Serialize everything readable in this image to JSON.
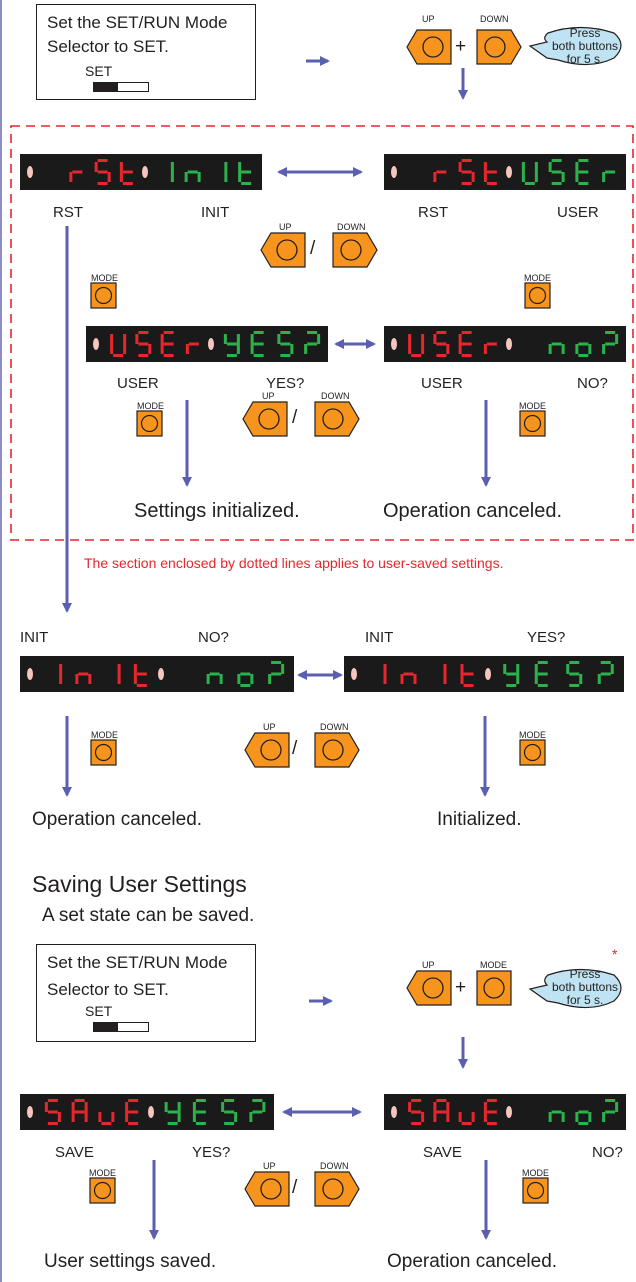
{
  "instruction_1": {
    "line1": "Set the SET/RUN Mode",
    "line2": "Selector to SET.",
    "switch_label": "SET"
  },
  "instruction_2": {
    "line1": "Set the SET/RUN Mode",
    "line2": "Selector to SET.",
    "switch_label": "SET"
  },
  "press_1": {
    "line1": "Press",
    "line2": "both buttons",
    "line3": "for 5 s.",
    "btn_a": "UP",
    "btn_b": "DOWN"
  },
  "press_2": {
    "line1": "Press",
    "line2": "both buttons",
    "line3": "for 5 s.",
    "btn_a": "UP",
    "btn_b": "MODE",
    "note_mark": "*"
  },
  "buttons": {
    "up": "UP",
    "down": "DOWN",
    "mode": "MODE",
    "plus": "+",
    "slash": "/"
  },
  "displays": {
    "rst_init": {
      "left": "RST",
      "right": "INIT"
    },
    "rst_user": {
      "left": "RST",
      "right": "USER"
    },
    "user_yes": {
      "left": "USER",
      "right": "YES?"
    },
    "user_no": {
      "left": "USER",
      "right": "NO?"
    },
    "init_no": {
      "left": "INIT",
      "right": "NO?"
    },
    "init_yes": {
      "left": "INIT",
      "right": "YES?"
    },
    "save_yes": {
      "left": "SAVE",
      "right": "YES?"
    },
    "save_no": {
      "left": "SAVE",
      "right": "NO?"
    }
  },
  "results": {
    "settings_initialized": "Settings initialized.",
    "operation_canceled_1": "Operation canceled.",
    "operation_canceled_2": "Operation canceled.",
    "initialized": "Initialized.",
    "user_settings_saved": "User settings saved.",
    "operation_canceled_3": "Operation canceled."
  },
  "dotted_note": "The section enclosed by dotted lines applies to user-saved settings.",
  "section_heading": "Saving User Settings",
  "section_subtext": "A set state can be saved.",
  "colors": {
    "arrow": "#5b5fb0",
    "button": "#f7941d",
    "dashed": "#e8262d",
    "seg_red": "#e8262d",
    "seg_green": "#2bb24c",
    "display_bg": "#1a1a1a",
    "dot": "#f5c6bd"
  }
}
